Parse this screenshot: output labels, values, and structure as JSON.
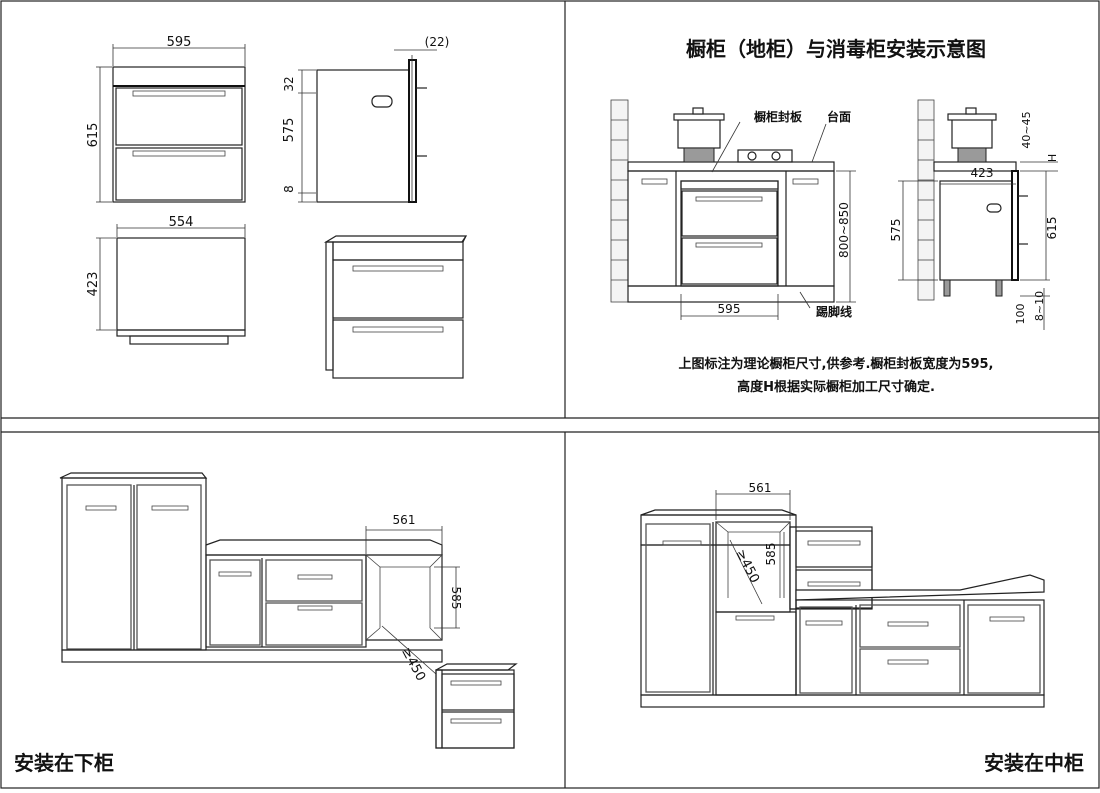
{
  "dims": {
    "w595": "595",
    "gap22": "(22)",
    "h615": "615",
    "h32": "32",
    "h575": "575",
    "h8": "8",
    "w554": "554",
    "d423": "423"
  },
  "install_panel": {
    "title": "橱柜（地柜）与消毒柜安装示意图",
    "label_cover": "橱柜封板",
    "label_counter": "台面",
    "label_kick": "踢脚线",
    "dim_595": "595",
    "dim_800_850": "800~850",
    "dim_40_45": "40~45",
    "dim_H": "H",
    "dim_423": "423",
    "dim_575": "575",
    "dim_615": "615",
    "dim_100": "100",
    "dim_8_10": "8~10",
    "note_line1": "上图标注为理论橱柜尺寸,供参考.橱柜封板宽度为595,",
    "note_line2": "高度H根据实际橱柜加工尺寸确定."
  },
  "lower_panel": {
    "caption": "安装在下柜",
    "dim_561": "561",
    "dim_585": "585",
    "dim_450": "≥450"
  },
  "middle_panel": {
    "caption": "安装在中柜",
    "dim_561": "561",
    "dim_585": "585",
    "dim_450": "≥450"
  }
}
